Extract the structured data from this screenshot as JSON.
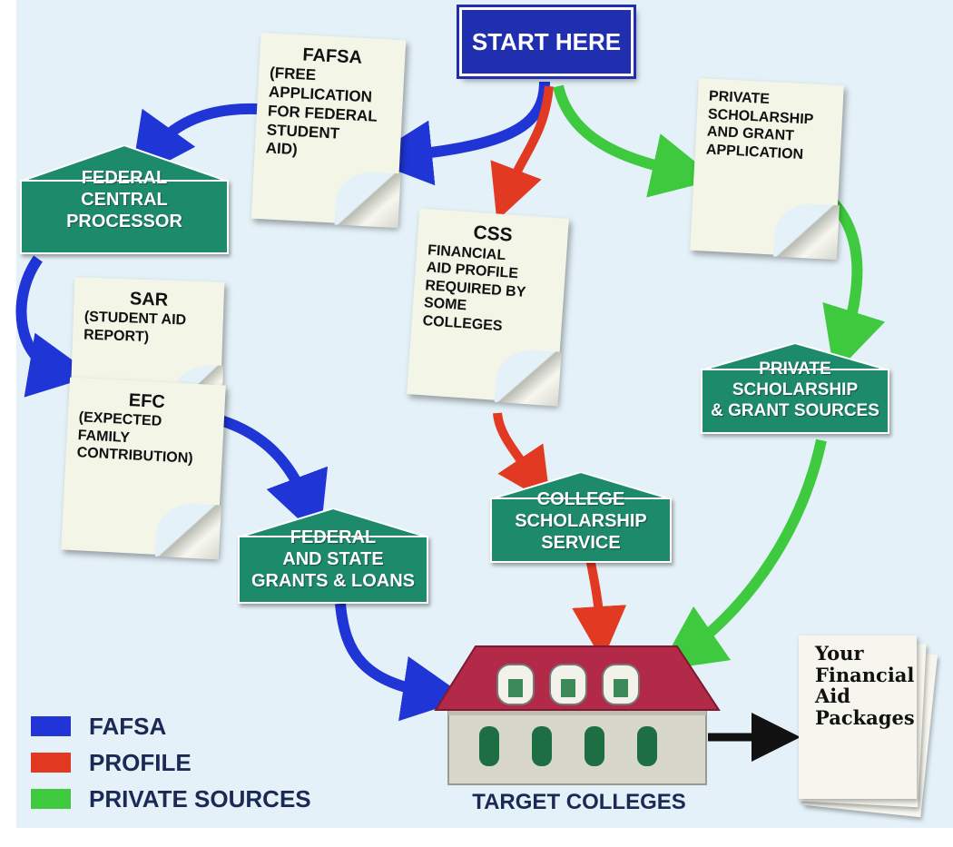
{
  "start": {
    "label": "START HERE"
  },
  "notes": {
    "fafsa": [
      "FAFSA",
      "(FREE",
      "APPLICATION",
      "FOR FEDERAL",
      "STUDENT",
      "AID)"
    ],
    "css": [
      "CSS",
      "FINANCIAL",
      "AID PROFILE",
      "REQUIRED BY",
      "SOME",
      "COLLEGES"
    ],
    "private_app": [
      "PRIVATE",
      "SCHOLARSHIP",
      "AND GRANT",
      "APPLICATION"
    ],
    "sar": [
      "SAR",
      "(STUDENT AID",
      "REPORT)"
    ],
    "efc": [
      "EFC",
      "(EXPECTED",
      "FAMILY",
      "CONTRIBUTION)"
    ]
  },
  "houses": {
    "federal_central": [
      "FEDERAL",
      "CENTRAL",
      "PROCESSOR"
    ],
    "private_sources": [
      "PRIVATE",
      "SCHOLARSHIP",
      "& GRANT SOURCES"
    ],
    "college_scholarship": [
      "COLLEGE",
      "SCHOLARSHIP",
      "SERVICE"
    ],
    "federal_state": [
      "FEDERAL",
      "AND STATE",
      "GRANTS & LOANS"
    ]
  },
  "target": {
    "label": "TARGET COLLEGES"
  },
  "package": [
    "Your",
    "Financial",
    "Aid",
    "Packages"
  ],
  "legend": [
    {
      "label": "FAFSA",
      "color": "#1f35d6"
    },
    {
      "label": "PROFILE",
      "color": "#e23a22"
    },
    {
      "label": "PRIVATE SOURCES",
      "color": "#3ec93e"
    }
  ],
  "colors": {
    "fafsa": "#1f35d6",
    "profile": "#e23a22",
    "private": "#3ec93e",
    "house": "#1e8a6c"
  }
}
